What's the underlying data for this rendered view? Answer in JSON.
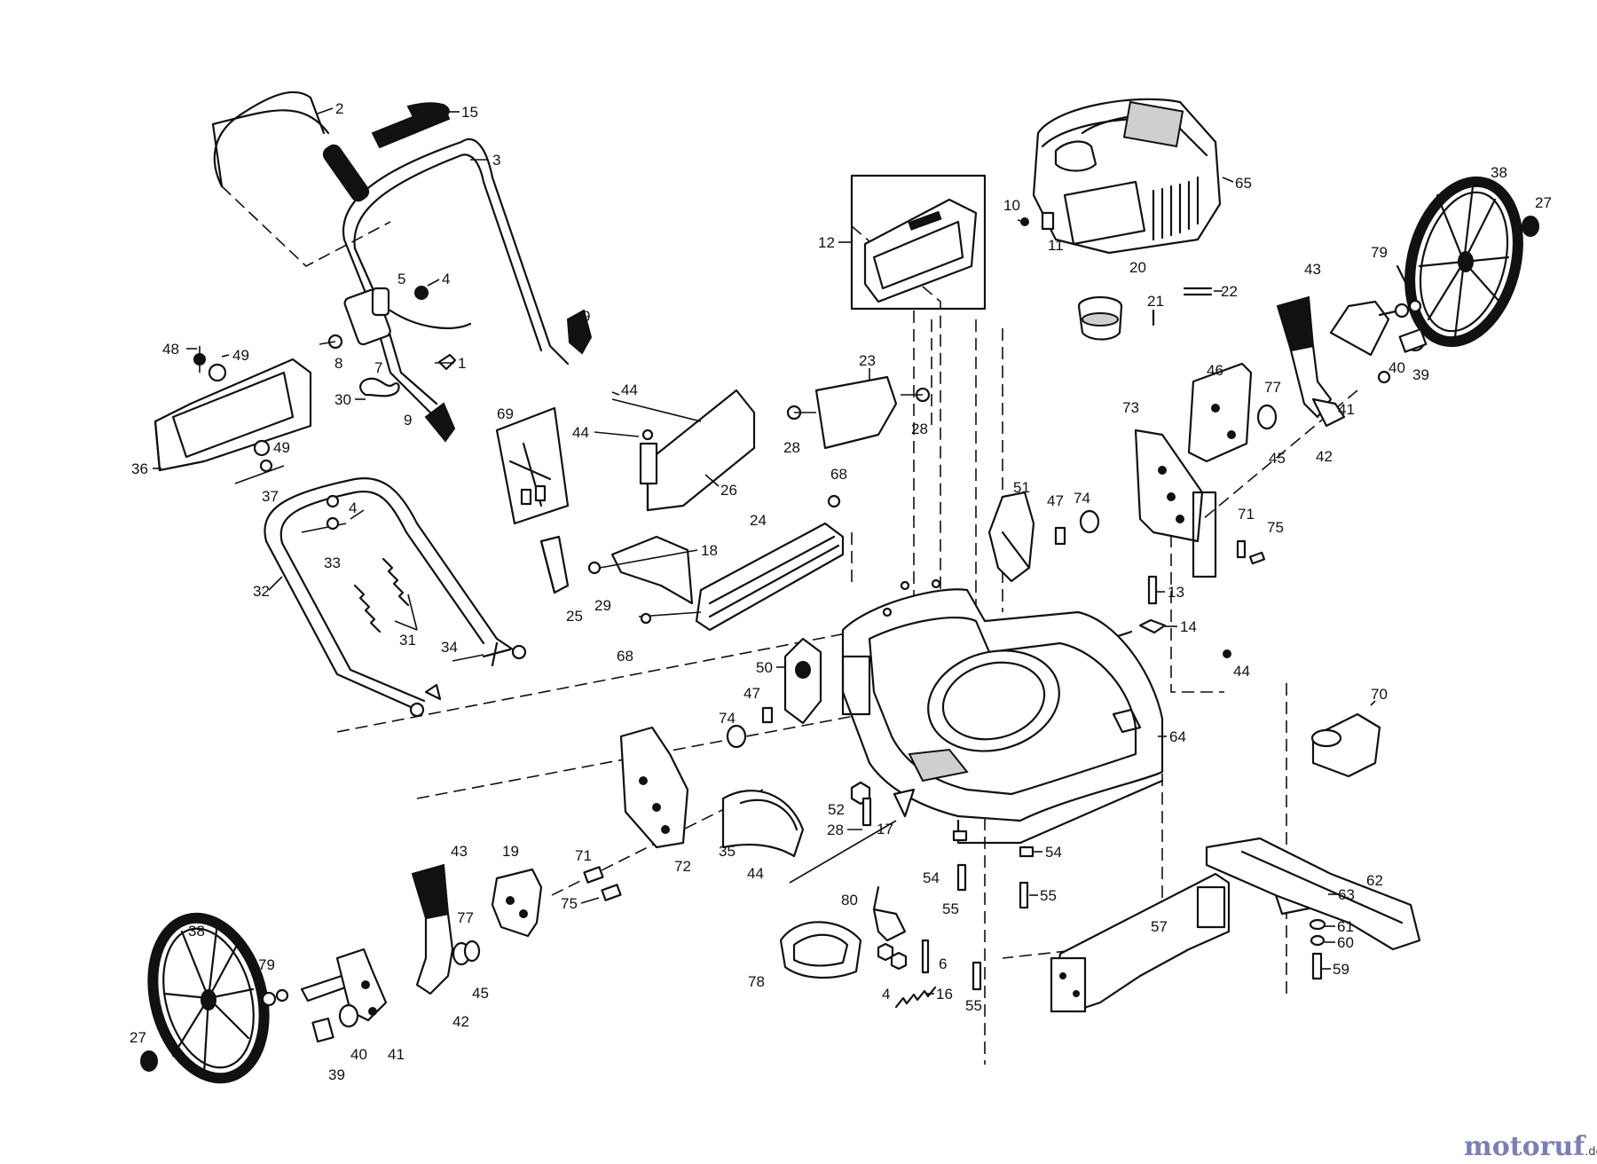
{
  "watermark": {
    "brand": "motoruf",
    "suffix": ".de",
    "brand_color": "#7a7fb8",
    "suffix_color": "#444444"
  },
  "callouts": [
    "1",
    "2",
    "3",
    "4",
    "5",
    "6",
    "7",
    "8",
    "9",
    "10",
    "11",
    "12",
    "13",
    "14",
    "15",
    "16",
    "17",
    "18",
    "19",
    "20",
    "21",
    "22",
    "23",
    "24",
    "25",
    "26",
    "27",
    "28",
    "29",
    "30",
    "31",
    "32",
    "33",
    "34",
    "35",
    "36",
    "37",
    "38",
    "39",
    "40",
    "41",
    "42",
    "43",
    "44",
    "45",
    "46",
    "47",
    "48",
    "49",
    "50",
    "51",
    "52",
    "54",
    "55",
    "57",
    "59",
    "60",
    "61",
    "62",
    "63",
    "64",
    "65",
    "68",
    "69",
    "70",
    "71",
    "72",
    "73",
    "74",
    "75",
    "77",
    "78",
    "79",
    "80"
  ],
  "icons": [
    "handle-icon",
    "engine-icon",
    "wheel-icon",
    "mower-deck-icon",
    "blade-icon",
    "bracket-icon"
  ]
}
